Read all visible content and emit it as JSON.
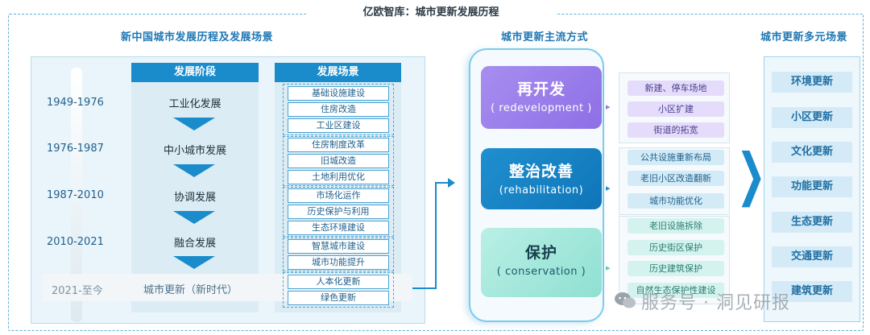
{
  "header": {
    "title": "亿欧智库：城市更新发展历程"
  },
  "sections": {
    "history": "新中国城市发展历程及发展场景",
    "methods": "城市更新主流方式",
    "scenes": "城市更新多元场景"
  },
  "history": {
    "stage_header": "发展阶段",
    "scene_header": "发展场景",
    "years": [
      "1949-1976",
      "1976-1987",
      "1987-2010",
      "2010-2021",
      "2021-至今"
    ],
    "stages": [
      "工业化发展",
      "中小城市发展",
      "协调发展",
      "融合发展",
      "城市更新（新时代）"
    ],
    "scenes": [
      [
        "基础设施建设",
        "住房改造",
        "工业区建设"
      ],
      [
        "住房制度改革",
        "旧城改造",
        "土地利用优化"
      ],
      [
        "市场化运作",
        "历史保护与利用",
        "生态环境建设"
      ],
      [
        "智慧城市建设",
        "城市功能提升"
      ],
      [
        "人本化更新",
        "绿色更新"
      ]
    ]
  },
  "methods": [
    {
      "zh": "再开发",
      "en": "( redevelopment )",
      "items": [
        "新建、停车场地",
        "小区扩建",
        "街道的拓宽"
      ]
    },
    {
      "zh": "整治改善",
      "en": "(rehabilitation)",
      "items": [
        "公共设施重新布局",
        "老旧小区改造翻新",
        "城市功能优化"
      ]
    },
    {
      "zh": "保护",
      "en": "( conservation )",
      "items": [
        "老旧设施拆除",
        "历史街区保护",
        "历史建筑保护",
        "自然生态保护性建设"
      ]
    }
  ],
  "diverse_scenes": [
    "环境更新",
    "小区更新",
    "文化更新",
    "功能更新",
    "生态更新",
    "交通更新",
    "建筑更新"
  ],
  "watermark": "服务号 · 洞见研报",
  "colors": {
    "accent": "#1a8ccc",
    "purple": "#8e6fe6",
    "teal": "#8fe0d1"
  }
}
